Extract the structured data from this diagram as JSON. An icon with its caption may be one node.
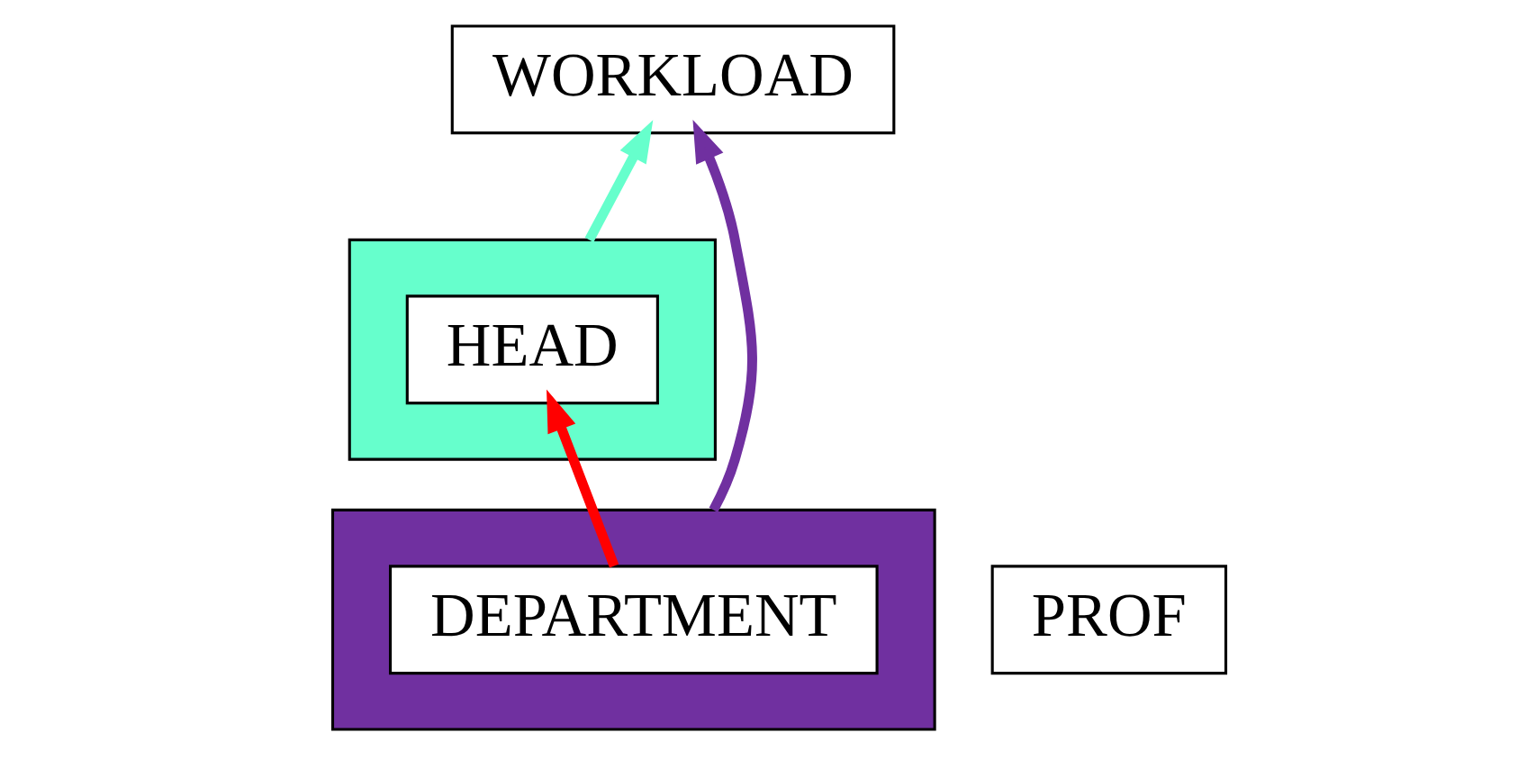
{
  "diagram": {
    "nodes": [
      {
        "text": [],
        "shape": "box"
      },
      {
        "text": [
          "HEAD"
        ],
        "in": 0
      },
      {
        "text": [
          "PROF"
        ]
      },
      {
        "text": [],
        "shape": "box"
      },
      {
        "text": [
          "DEPARTMENT"
        ],
        "in": 3
      },
      {
        "text": [
          "WORKLOAD"
        ]
      }
    ],
    "edges": [
      {
        "from": 0,
        "to": 5,
        "arrow": "to",
        "color": "#66ffcc"
      },
      {
        "from": 3,
        "to": 5,
        "arrow": "to",
        "color": "#7030a0"
      },
      {
        "from": 4,
        "to": 1,
        "arrow": "to",
        "color": "#ff0000"
      }
    ]
  }
}
